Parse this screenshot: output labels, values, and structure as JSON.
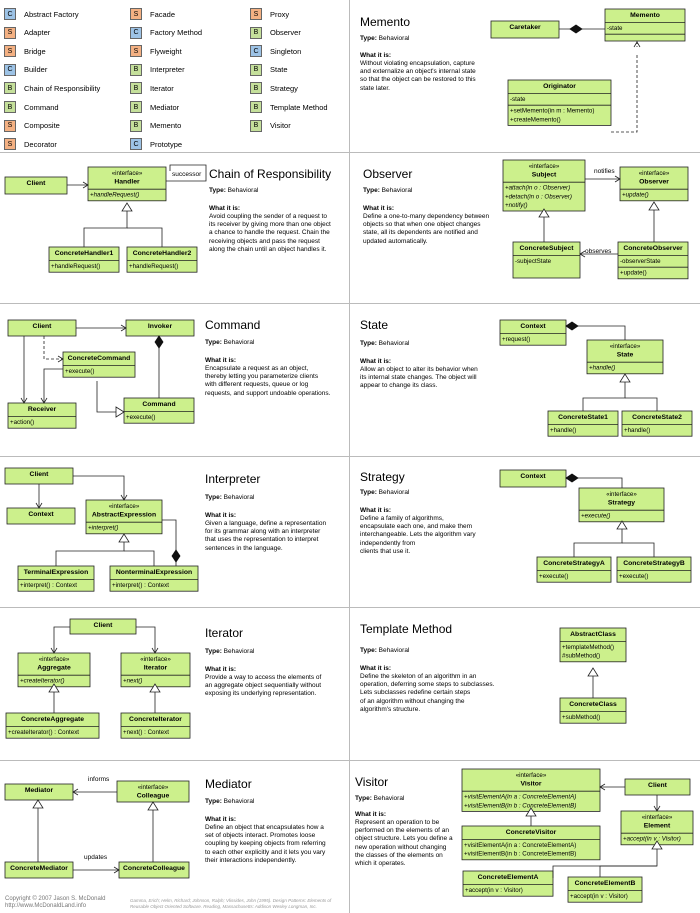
{
  "legend": [
    {
      "badge": "C",
      "kind": "c",
      "label": "Abstract Factory"
    },
    {
      "badge": "S",
      "kind": "s",
      "label": "Adapter"
    },
    {
      "badge": "S",
      "kind": "s",
      "label": "Bridge"
    },
    {
      "badge": "C",
      "kind": "c",
      "label": "Builder"
    },
    {
      "badge": "B",
      "kind": "b",
      "label": "Chain of Responsibility"
    },
    {
      "badge": "B",
      "kind": "b",
      "label": "Command"
    },
    {
      "badge": "S",
      "kind": "s",
      "label": "Composite"
    },
    {
      "badge": "S",
      "kind": "s",
      "label": "Decorator"
    },
    {
      "badge": "S",
      "kind": "s",
      "label": "Facade"
    },
    {
      "badge": "C",
      "kind": "c",
      "label": "Factory Method"
    },
    {
      "badge": "S",
      "kind": "s",
      "label": "Flyweight"
    },
    {
      "badge": "B",
      "kind": "b",
      "label": "Interpreter"
    },
    {
      "badge": "B",
      "kind": "b",
      "label": "Iterator"
    },
    {
      "badge": "B",
      "kind": "b",
      "label": "Mediator"
    },
    {
      "badge": "B",
      "kind": "b",
      "label": "Memento"
    },
    {
      "badge": "C",
      "kind": "c",
      "label": "Prototype"
    },
    {
      "badge": "S",
      "kind": "s",
      "label": "Proxy"
    },
    {
      "badge": "B",
      "kind": "b",
      "label": "Observer"
    },
    {
      "badge": "C",
      "kind": "c",
      "label": "Singleton"
    },
    {
      "badge": "B",
      "kind": "b",
      "label": "State"
    },
    {
      "badge": "B",
      "kind": "b",
      "label": "Strategy"
    },
    {
      "badge": "B",
      "kind": "b",
      "label": "Template Method"
    },
    {
      "badge": "B",
      "kind": "b",
      "label": "Visitor"
    }
  ],
  "common": {
    "type_label": "Type:",
    "type_value": "Behavioral",
    "what_label": "What it is:"
  },
  "patterns": {
    "memento": {
      "title": "Memento",
      "desc": "Without violating encapsulation, capture\nand externalize an object's internal state\nso that the object can be restored to this\nstate later."
    },
    "chain": {
      "title": "Chain of Responsibility",
      "desc": "Avoid coupling the sender of a request to\nits receiver by giving more than one object\na chance to handle the request. Chain the\nreceiving objects and pass the request\nalong the chain until an object handles it."
    },
    "observer": {
      "title": "Observer",
      "desc": "Define a one-to-many dependency between\nobjects so that when one object changes\nstate, all its dependents are notified and\nupdated automatically."
    },
    "command": {
      "title": "Command",
      "desc": "Encapsulate a request as an object,\nthereby letting you parameterize clients\nwith different requests, queue or log\nrequests, and support undoable operations."
    },
    "state": {
      "title": "State",
      "desc": "Allow an object to alter its behavior when\nits internal state changes. The object will\nappear to change its class."
    },
    "interpreter": {
      "title": "Interpreter",
      "desc": "Given a language, define a representation\nfor its grammar along with an interpreter\nthat uses the representation to interpret\nsentences in the language."
    },
    "strategy": {
      "title": "Strategy",
      "desc": "Define a family of algorithms,\nencapsulate each one, and make them\ninterchangeable. Lets the algorithm vary\nindependently from\nclients that use it."
    },
    "iterator": {
      "title": "Iterator",
      "desc": "Provide a way to access the elements of\nan aggregate object sequentially without\nexposing its underlying representation."
    },
    "template": {
      "title": "Template Method",
      "desc": "Define the skeleton of an algorithm in an\noperation, deferring some steps to subclasses.\nLets subclasses redefine certain steps\nof an algorithm without changing the\nalgorithm's structure."
    },
    "mediator": {
      "title": "Mediator",
      "desc": "Define an object that encapsulates how a\nset of objects interact. Promotes loose\ncoupling by keeping objects from referring\nto each other explicitly and it lets you vary\ntheir interactions independently."
    },
    "visitor": {
      "title": "Visitor",
      "desc": "Represent an operation to be\nperformed on the elements of an\nobject structure. Lets you define a\nnew operation without changing\nthe classes of the elements on\nwhich it operates."
    }
  },
  "diagram_labels": {
    "caretaker": "Caretaker",
    "memento": "Memento",
    "state_attr": "-state",
    "originator": "Originator",
    "orig_ops1": "+setMemento(in m : Memento)",
    "orig_ops2": "+createMemento()",
    "interface": "«interface»",
    "client": "Client",
    "handler": "Handler",
    "handle_request_i": "+handleRequest()",
    "successor": "successor",
    "ch1": "ConcreteHandler1",
    "ch2": "ConcreteHandler2",
    "handle_request": "+handleRequest()",
    "subject": "Subject",
    "attach": "+attach(in o : Observer)",
    "detach": "+detach(in o : Observer)",
    "notify": "+notify()",
    "notifies": "notifies",
    "observer": "Observer",
    "update_i": "+update()",
    "concrete_subject": "ConcreteSubject",
    "subject_state": "-subjectState",
    "observes": "observes",
    "concrete_observer": "ConcreteObserver",
    "observer_state": "-observerState",
    "update": "+update()",
    "invoker": "Invoker",
    "concrete_command": "ConcreteCommand",
    "execute": "+execute()",
    "receiver": "Receiver",
    "action": "+action()",
    "command": "Command",
    "context": "Context",
    "request": "+request()",
    "state": "State",
    "handle_i": "+handle()",
    "cs1": "ConcreteState1",
    "cs2": "ConcreteState2",
    "handle": "+handle()",
    "abstract_expression": "AbstractExpression",
    "interpret_i": "+interpret()",
    "terminal": "TerminalExpression",
    "nonterminal": "NonterminalExpression",
    "interpret_ctx": "+interpret() : Context",
    "strategy": "Strategy",
    "execute_i": "+execute()",
    "csa": "ConcreteStrategyA",
    "csb": "ConcreteStrategyB",
    "aggregate": "Aggregate",
    "create_iterator_i": "+createIterator()",
    "iterator": "Iterator",
    "next_i": "+next()",
    "concrete_aggregate": "ConcreteAggregate",
    "create_iterator_ctx": "+createIterator() : Context",
    "concrete_iterator": "ConcreteIterator",
    "next_ctx": "+next() : Context",
    "abstract_class": "AbstractClass",
    "template_method": "+templateMethod()",
    "sub_method_p": "#subMethod()",
    "concrete_class": "ConcreteClass",
    "sub_method": "+subMethod()",
    "mediator": "Mediator",
    "informs": "informs",
    "colleague": "Colleague",
    "updates": "updates",
    "concrete_mediator": "ConcreteMediator",
    "concrete_colleague": "ConcreteColleague",
    "visitor": "Visitor",
    "visit_a_i": "+visitElementA(in a : ConcreteElementA)",
    "visit_b_i": "+visitElementB(in b : ConcreteElementB)",
    "concrete_visitor": "ConcreteVisitor",
    "visit_a": "+visitElementA(in a : ConcreteElementA)",
    "visit_b": "+visitElementB(in b : ConcreteElementB)",
    "element": "Element",
    "accept_i": "+accept(in v : Visitor)",
    "cea": "ConcreteElementA",
    "ceb": "ConcreteElementB",
    "accept": "+accept(in v : Visitor)"
  },
  "footer": {
    "copyright": "Copyright © 2007 Jason S. McDonald\nhttp://www.McDonaldLand.info",
    "reference": "Gamma, Erich; Helm, Richard; Johnson, Ralph; Vlissides, John (1995). Design Patterns: Elements of\nReusable Object Oriented Software. Reading, Massachusetts: Addison Wesley Longman, Inc."
  },
  "colors": {
    "box_fill": "#ccf08c",
    "box_stroke": "#222222",
    "divider": "#bbbbbb",
    "creational": "#9dc3e6",
    "structural": "#f4b183",
    "behavioral": "#c5e09b"
  }
}
